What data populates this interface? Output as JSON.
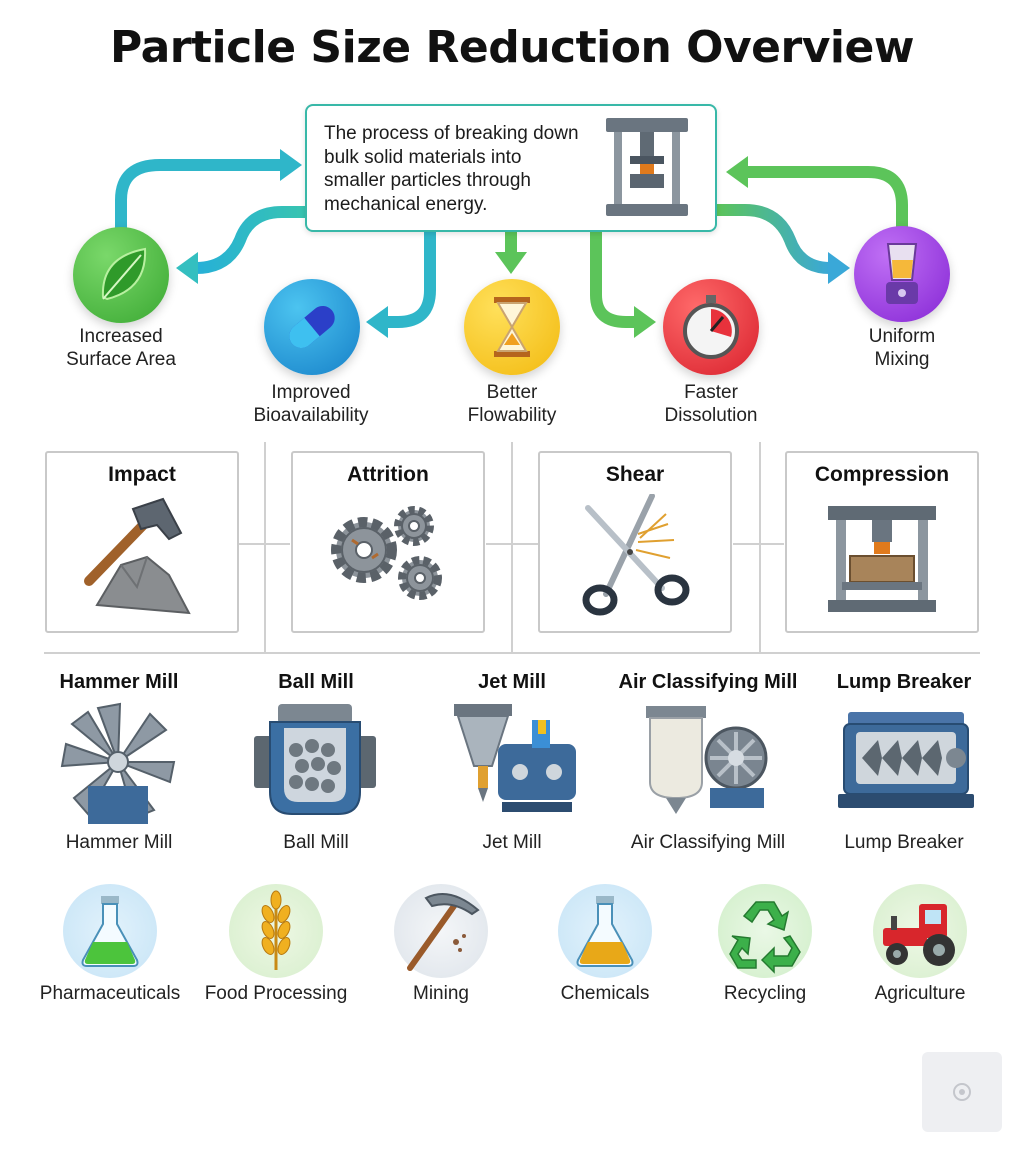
{
  "title": "Particle Size Reduction Overview",
  "definition": {
    "lines": [
      "The process of breaking down",
      "bulk solid materials into",
      "smaller particles through",
      "mechanical energy."
    ]
  },
  "benefits": [
    {
      "lines": [
        "Increased",
        "Surface Area"
      ],
      "icon": "leaf-icon",
      "color": "#4cbf3f"
    },
    {
      "lines": [
        "Improved",
        "Bioavailability"
      ],
      "icon": "capsule-icon",
      "color": "#1e9be0"
    },
    {
      "lines": [
        "Better",
        "Flowability"
      ],
      "icon": "hourglass-icon",
      "color": "#f5c518"
    },
    {
      "lines": [
        "Faster",
        "Dissolution"
      ],
      "icon": "stopwatch-icon",
      "color": "#e8323c"
    },
    {
      "lines": [
        "Uniform",
        "Mixing"
      ],
      "icon": "blender-icon",
      "color": "#9b3be0"
    }
  ],
  "mechanisms": [
    {
      "label": "Impact",
      "icon": "hammer-icon"
    },
    {
      "label": "Attrition",
      "icon": "gears-icon"
    },
    {
      "label": "Shear",
      "icon": "scissors-icon"
    },
    {
      "label": "Compression",
      "icon": "press-icon"
    }
  ],
  "equipment": [
    {
      "top_label": "Hammer Mill",
      "bottom_label": "Hammer Mill",
      "icon": "hammer-mill-icon"
    },
    {
      "top_label": "Ball Mill",
      "bottom_label": "Ball Mill",
      "icon": "ball-mill-icon"
    },
    {
      "top_label": "Jet Mill",
      "bottom_label": "Jet Mill",
      "icon": "jet-mill-icon"
    },
    {
      "top_label": "Air Classifying Mill",
      "bottom_label": "Air Classifying Mill",
      "icon": "air-classifying-mill-icon"
    },
    {
      "top_label": "Lump Breaker",
      "bottom_label": "Lump Breaker",
      "icon": "lump-breaker-icon"
    }
  ],
  "industries": [
    {
      "label": "Pharmaceuticals",
      "icon": "flask-icon"
    },
    {
      "label": "Food Processing",
      "icon": "wheat-icon"
    },
    {
      "label": "Mining",
      "icon": "pickaxe-icon"
    },
    {
      "label": "Chemicals",
      "icon": "beaker-icon"
    },
    {
      "label": "Recycling",
      "icon": "recycle-icon"
    },
    {
      "label": "Agriculture",
      "icon": "tractor-icon"
    }
  ],
  "colors": {
    "arrow_teal": "#2fb6c9",
    "arrow_green": "#5cc45a",
    "arrow_blue": "#3a9fd0",
    "box_border": "#38b8a8"
  }
}
